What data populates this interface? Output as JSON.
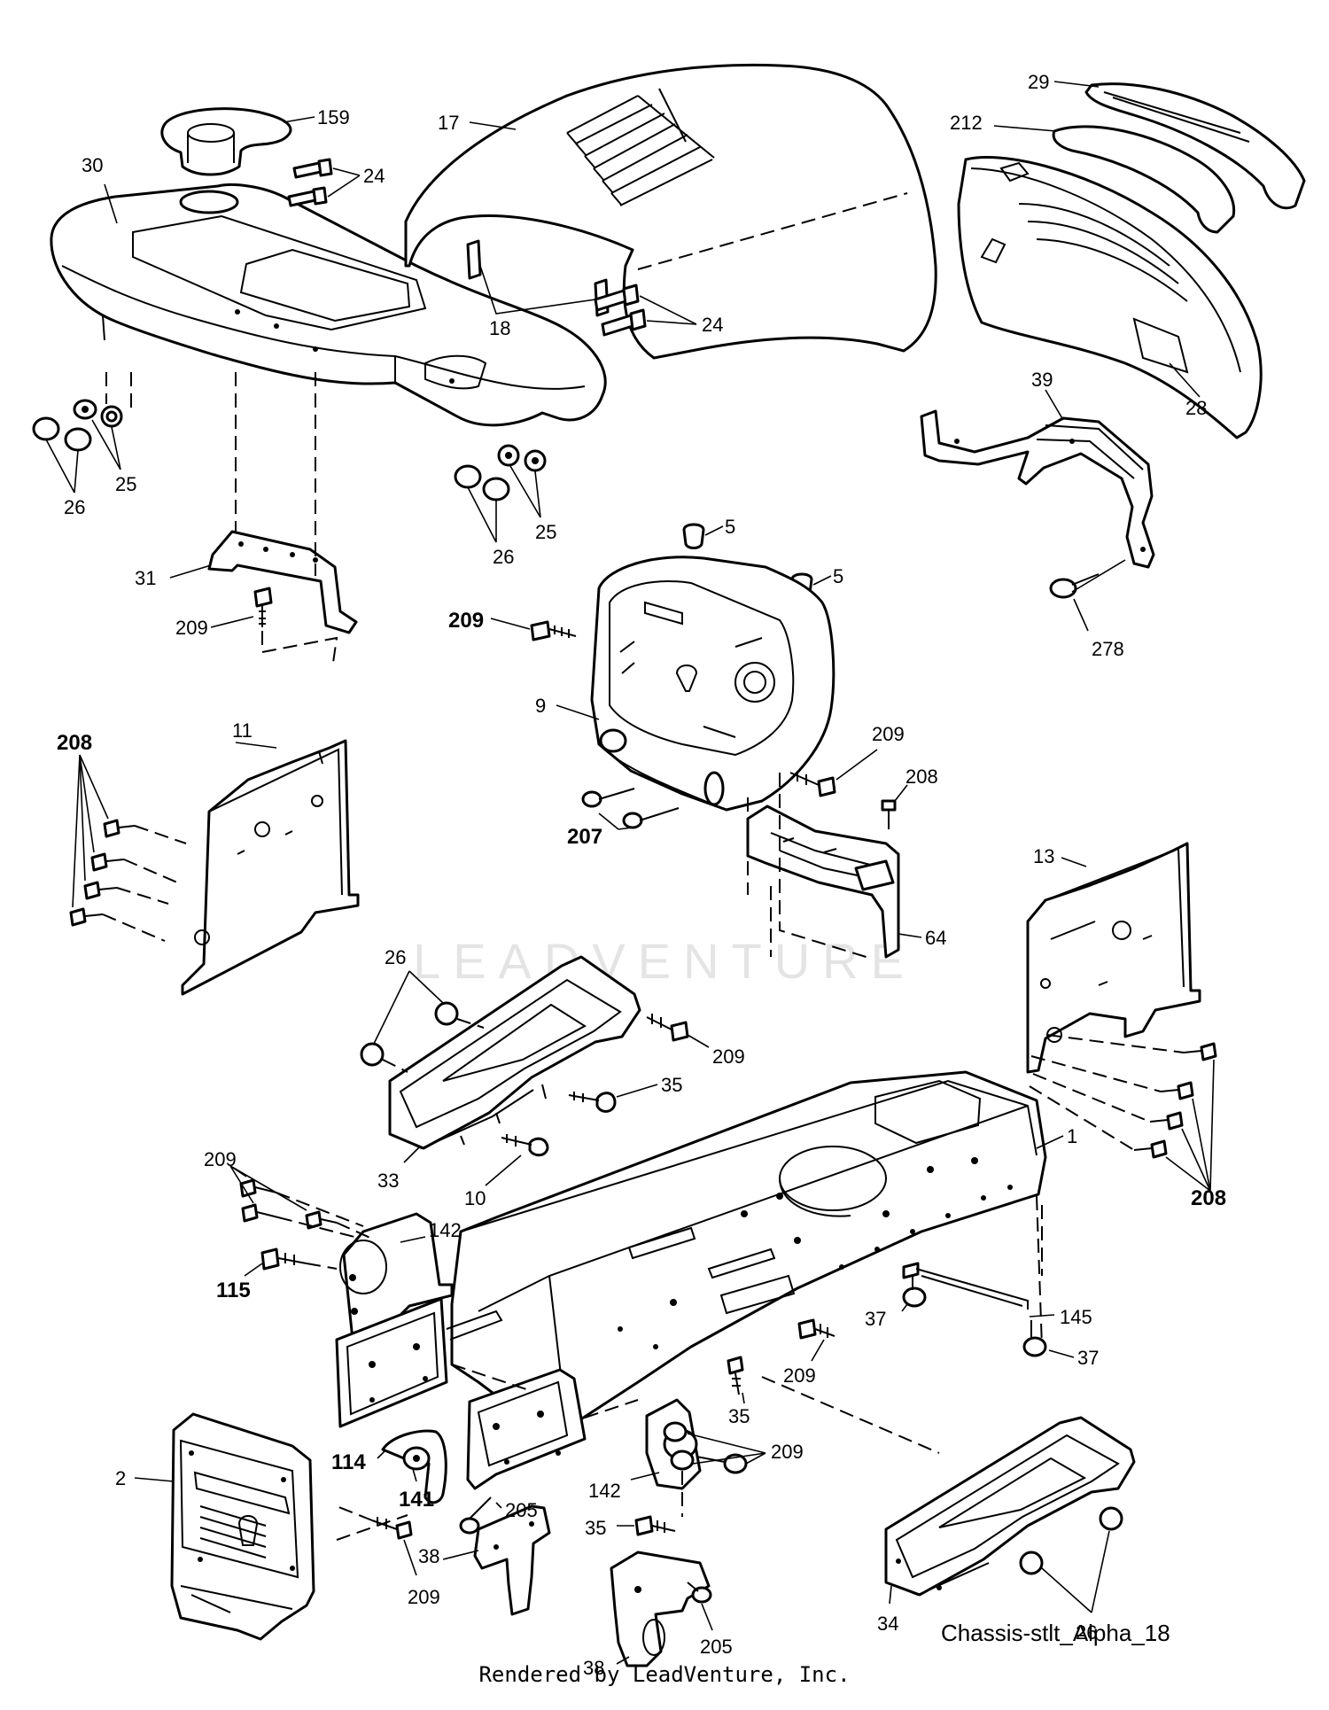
{
  "diagram": {
    "name": "Chassis-stlt_Alpha_18",
    "watermark": "LEADVENTURE",
    "footer": "Rendered by LeadVenture, Inc."
  },
  "callouts": {
    "c159": "159",
    "c17": "17",
    "c29": "29",
    "c212": "212",
    "c30": "30",
    "c24a": "24",
    "c18": "18",
    "c28": "28",
    "c24b": "24",
    "c39": "39",
    "c26a": "26",
    "c25a": "25",
    "c26b": "26",
    "c25b": "25",
    "c5a": "5",
    "c5b": "5",
    "c31": "31",
    "c209a": "209",
    "c209b": "209",
    "c278": "278",
    "c9": "9",
    "c208a": "208",
    "c11": "11",
    "c209c": "209",
    "c208b": "208",
    "c207": "207",
    "c13": "13",
    "c64": "64",
    "c26c": "26",
    "c209d": "209",
    "c35a": "35",
    "c1": "1",
    "c33": "33",
    "c10": "10",
    "c208c": "208",
    "c209e": "209",
    "c142a": "142",
    "c115": "115",
    "c37a": "37",
    "c145": "145",
    "c37b": "37",
    "c209f": "209",
    "c35b": "35",
    "c114": "114",
    "c142b": "142",
    "c209g": "209",
    "c141": "141",
    "c2": "2",
    "c205a": "205",
    "c35c": "35",
    "c38a": "38",
    "c34": "34",
    "c209h": "209",
    "c26d": "26",
    "c38b": "38",
    "c205b": "205"
  }
}
